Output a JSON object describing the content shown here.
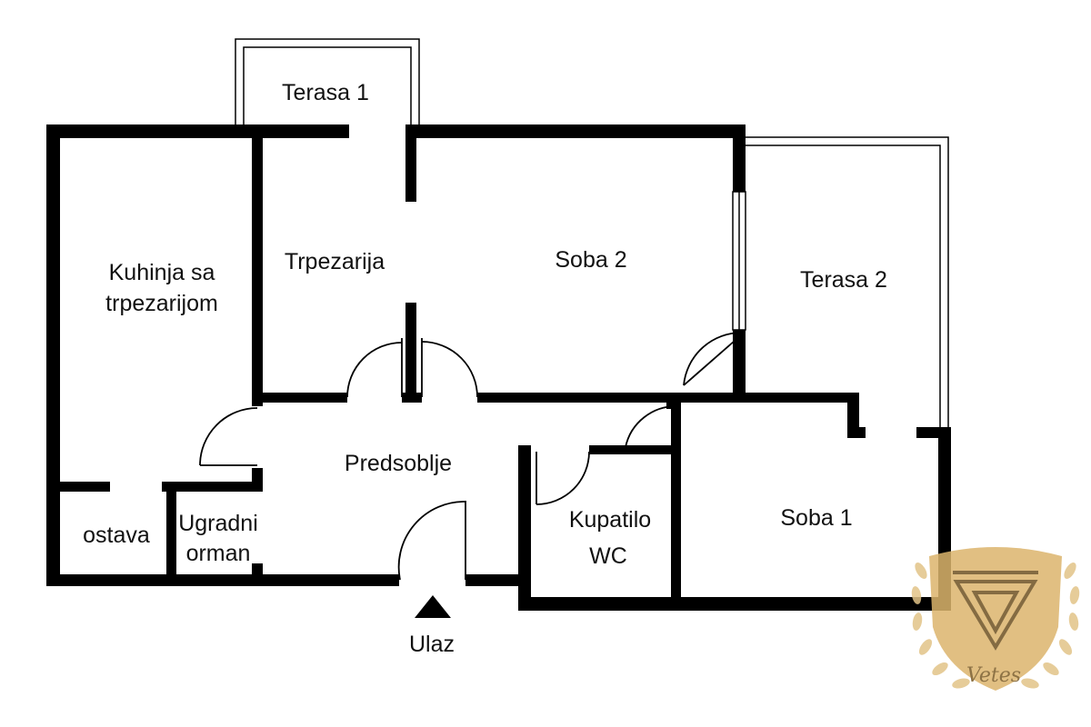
{
  "plan": {
    "rooms": {
      "terasa1": "Terasa 1",
      "terasa2": "Terasa 2",
      "kuhinja_line1": "Kuhinja sa",
      "kuhinja_line2": "trpezarijom",
      "trpezarija": "Trpezarija",
      "soba2": "Soba 2",
      "predsoblje": "Predsoblje",
      "ostava": "ostava",
      "ugradni_line1": "Ugradni",
      "ugradni_line2": "orman",
      "kupatilo_line1": "Kupatilo",
      "kupatilo_line2": "WC",
      "soba1": "Soba 1"
    },
    "entrance": "Ulaz",
    "colors": {
      "wall": "#000000",
      "background": "#ffffff",
      "logo_gold": "#d8b169",
      "logo_dark": "#b68a3f"
    }
  },
  "logo": {
    "text": "Vetes"
  }
}
